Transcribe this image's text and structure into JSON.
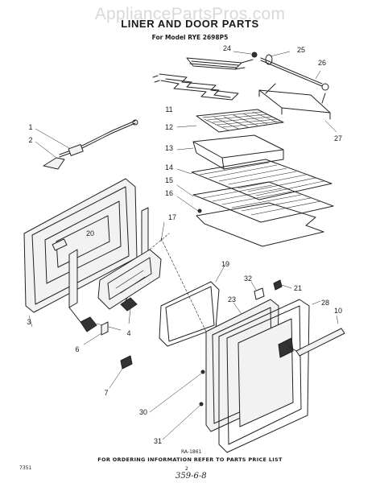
{
  "watermark": "AppliancePartsPros.com",
  "title": "LINER AND DOOR PARTS",
  "subtitle": "For Model RYE 2698P5",
  "drawing_code": "RA-1861",
  "footer": "FOR ORDERING INFORMATION REFER TO PARTS PRICE LIST",
  "left_code": "7351",
  "page_number": "2",
  "handwritten": "359-6-8",
  "callouts": [
    "1",
    "2",
    "3",
    "4",
    "6",
    "7",
    "10",
    "11",
    "12",
    "13",
    "14",
    "15",
    "16",
    "17",
    "19",
    "20",
    "21",
    "23",
    "24",
    "25",
    "26",
    "27",
    "28",
    "30",
    "31",
    "32"
  ]
}
